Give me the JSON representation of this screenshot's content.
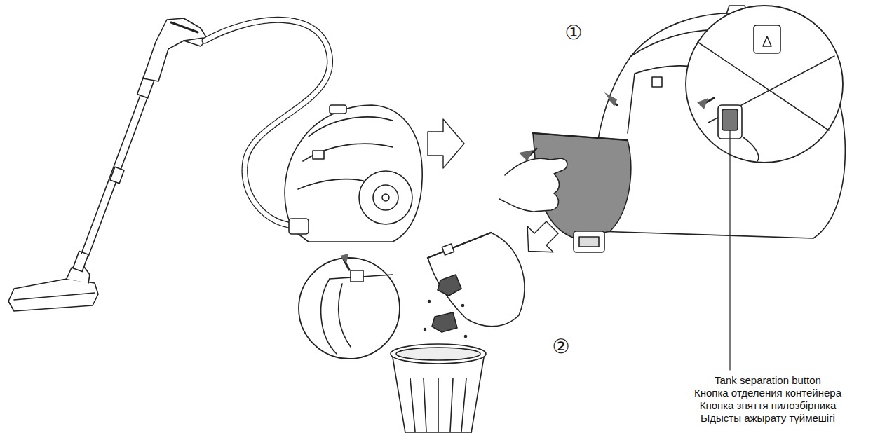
{
  "diagram": {
    "labels": [
      "①",
      "②",
      "Tank separation button",
      "Кнопка отделения контейнера",
      "Кнопка зняття пилозбірника",
      "Ыдысты ажырату түймешігі"
    ]
  }
}
